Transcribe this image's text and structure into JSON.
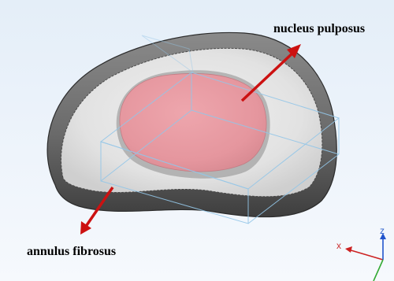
{
  "labels": {
    "nucleus": "nucleus pulposus",
    "annulus": "annulus fibrosus"
  },
  "axes": {
    "x": "x",
    "z": "z",
    "x_color": "#cc2222",
    "y_color": "#33aa33",
    "z_color": "#2255cc"
  },
  "colors": {
    "annulus_shell": "#5c5c5c",
    "annulus_face": "#e3e3e3",
    "nucleus": "#e69aa2",
    "arrow": "#cc1111",
    "bounding_box": "#8fc4e8"
  },
  "icons": {
    "axis_triad": "coordinate-axes-icon",
    "arrows": "arrow-icon"
  }
}
